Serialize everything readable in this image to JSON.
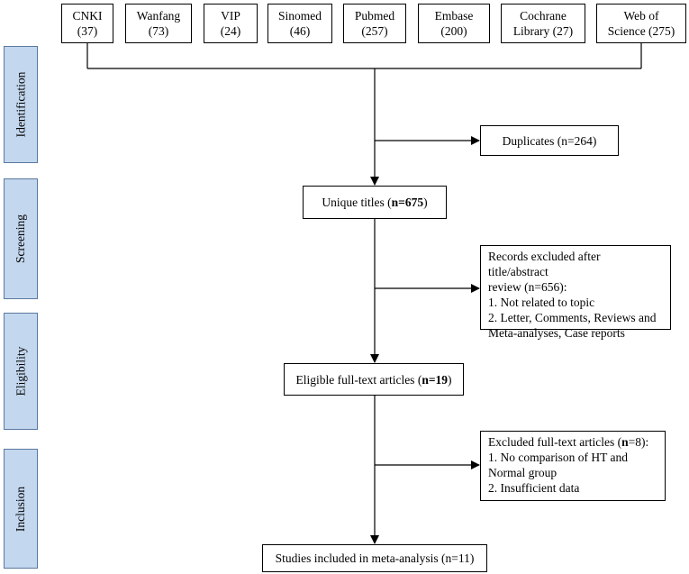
{
  "databases": [
    {
      "name": "CNKI",
      "count": "(37)"
    },
    {
      "name": "Wanfang",
      "count": "(73)"
    },
    {
      "name": "VIP",
      "count": "(24)"
    },
    {
      "name": "Sinomed",
      "count": "(46)"
    },
    {
      "name": "Pubmed",
      "count": "(257)"
    },
    {
      "name": "Embase",
      "count": "(200)"
    },
    {
      "name": "Cochrane",
      "count": "Library (27)"
    },
    {
      "name": "Web of",
      "count": "Science (275)"
    }
  ],
  "stages": {
    "identification": "Identification",
    "screening": "Screening",
    "eligibility": "Eligibility",
    "inclusion": "Inclusion"
  },
  "duplicates": {
    "prefix": "Duplicates (n=264)"
  },
  "unique": {
    "text": "Unique titles (",
    "n": "n=675",
    "close": ")"
  },
  "excluded_title": {
    "line1": "Records excluded after title/abstract",
    "line2": "review (n=656):",
    "line3": "1. Not related to topic",
    "line4": "2. Letter, Comments, Reviews and",
    "line5": "Meta-analyses, Case reports"
  },
  "eligible": {
    "text": "Eligible full-text articles (",
    "n": "n=19",
    "close": ")"
  },
  "excluded_fulltext": {
    "line1_a": "Excluded full-text articles (",
    "line1_n": "n",
    "line1_b": "=8):",
    "line2": "1. No comparison of HT and",
    "line3": "Normal group",
    "line4": "2. Insufficient data"
  },
  "included": {
    "text": "Studies included in meta-analysis (n=11)"
  }
}
